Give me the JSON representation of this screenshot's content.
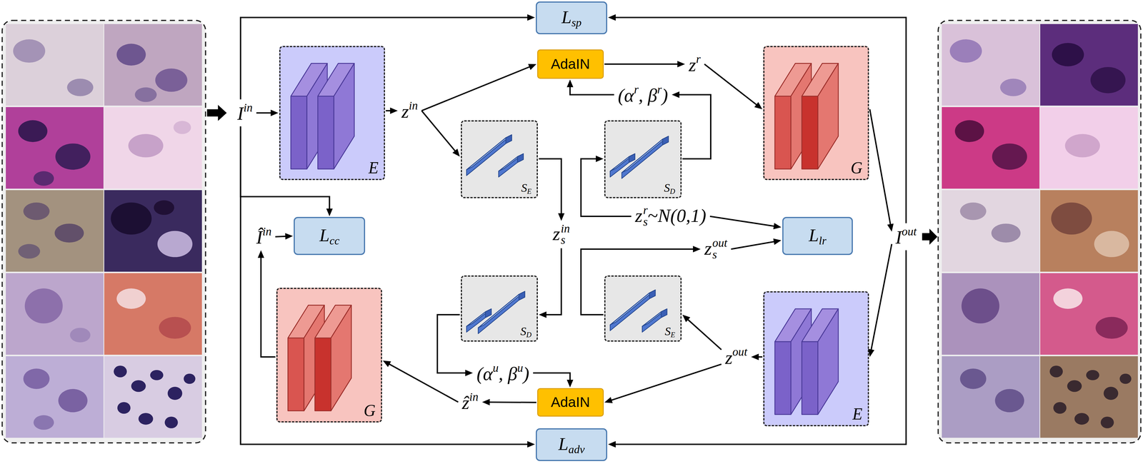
{
  "diagram": {
    "nodes": [
      {
        "text": [
          "L",
          "sp"
        ]
      },
      {
        "text": [
          "I",
          "in"
        ]
      },
      {
        "text": [
          "E"
        ]
      },
      {
        "text": [
          "z",
          "in"
        ]
      },
      {
        "text": [
          "AdaIN"
        ]
      },
      {
        "text": [
          "z",
          "r"
        ]
      },
      {
        "text": [
          "S",
          "E"
        ]
      },
      {
        "text": [
          "S",
          "D"
        ]
      },
      {
        "text": [
          "(α",
          "r",
          ", β",
          "r",
          ")"
        ]
      },
      {
        "text": [
          "G"
        ]
      },
      {
        "text": [
          "I",
          "out"
        ]
      },
      {
        "text": [
          "z",
          "s",
          "in"
        ]
      },
      {
        "text": [
          "z",
          "s",
          "r",
          "~N(0,1)"
        ]
      },
      {
        "text": [
          "L",
          "lr"
        ]
      },
      {
        "text": [
          "z",
          "s",
          "out"
        ]
      },
      {
        "text": [
          "L",
          "cc"
        ]
      },
      {
        "text": [
          "Î",
          "in"
        ]
      },
      {
        "text": [
          "G"
        ]
      },
      {
        "text": [
          "S",
          "D"
        ]
      },
      {
        "text": [
          "S",
          "E"
        ]
      },
      {
        "text": [
          "(α",
          "u",
          ", β",
          "u",
          ")"
        ]
      },
      {
        "text": [
          "AdaIN"
        ]
      },
      {
        "text": [
          "ẑ",
          "in"
        ]
      },
      {
        "text": [
          "z",
          "out"
        ]
      },
      {
        "text": [
          "E"
        ]
      },
      {
        "text": [
          "L",
          "adv"
        ]
      }
    ],
    "edges": [
      {
        "from": 1,
        "to": 0,
        "arrow": "to"
      },
      {
        "from": 10,
        "to": 0,
        "arrow": "to"
      },
      {
        "from": 1,
        "to": 2,
        "arrow": "to"
      },
      {
        "from": 2,
        "to": 3,
        "arrow": "to"
      },
      {
        "from": 3,
        "to": 4,
        "arrow": "to"
      },
      {
        "from": 3,
        "to": 6,
        "arrow": "to"
      },
      {
        "from": 6,
        "to": 11,
        "arrow": "to"
      },
      {
        "from": 12,
        "to": 7,
        "arrow": "to"
      },
      {
        "from": 7,
        "to": 8,
        "arrow": "to"
      },
      {
        "from": 8,
        "to": 4,
        "arrow": "to"
      },
      {
        "from": 4,
        "to": 5,
        "arrow": "to"
      },
      {
        "from": 5,
        "to": 9,
        "arrow": "to"
      },
      {
        "from": 9,
        "to": 10,
        "arrow": "to"
      },
      {
        "from": 10,
        "to": 24,
        "arrow": "to"
      },
      {
        "from": 24,
        "to": 23,
        "arrow": "to"
      },
      {
        "from": 23,
        "to": 19,
        "arrow": "to"
      },
      {
        "from": 19,
        "to": 14,
        "arrow": "to"
      },
      {
        "from": 14,
        "to": 13,
        "arrow": "to"
      },
      {
        "from": 12,
        "to": 13,
        "arrow": "to"
      },
      {
        "from": 11,
        "to": 18,
        "arrow": "to"
      },
      {
        "from": 18,
        "to": 20,
        "arrow": "to"
      },
      {
        "from": 20,
        "to": 21,
        "arrow": "to"
      },
      {
        "from": 23,
        "to": 21,
        "arrow": "to"
      },
      {
        "from": 21,
        "to": 22,
        "arrow": "to"
      },
      {
        "from": 22,
        "to": 17,
        "arrow": "to"
      },
      {
        "from": 17,
        "to": 16,
        "arrow": "to"
      },
      {
        "from": 16,
        "to": 15,
        "arrow": "to"
      },
      {
        "from": 1,
        "to": 15,
        "arrow": "to"
      },
      {
        "from": 1,
        "to": 25,
        "arrow": "to"
      },
      {
        "from": 10,
        "to": 25,
        "arrow": "to"
      }
    ]
  }
}
